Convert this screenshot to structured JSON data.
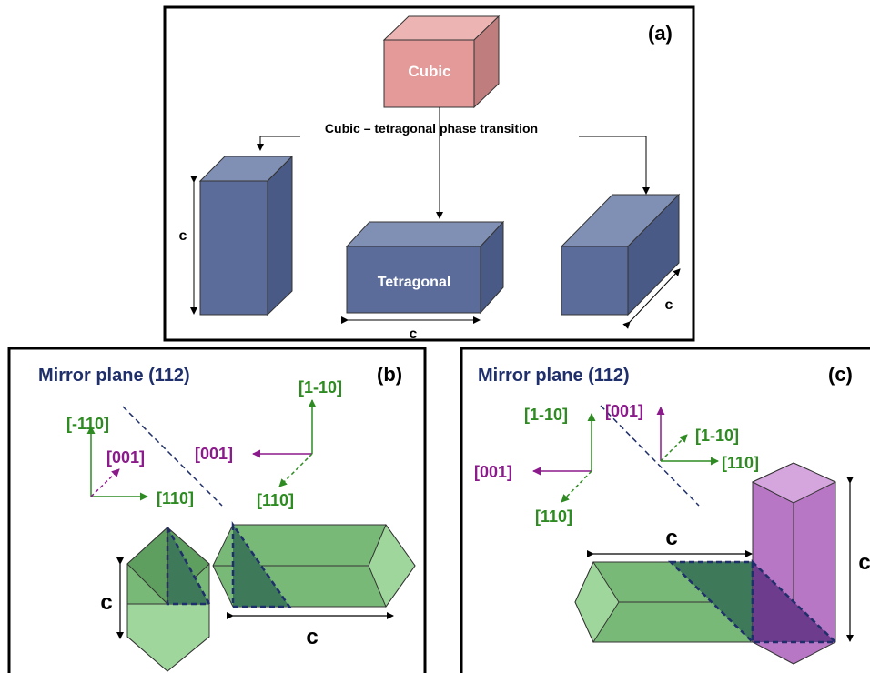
{
  "panel_a": {
    "label": "(a)",
    "cubic_label": "Cubic",
    "transition_label": "Cubic – tetragonal phase transition",
    "tetragonal_label": "Tetragonal",
    "c_left": "c",
    "c_middle": "c",
    "c_right": "c"
  },
  "panel_b": {
    "label": "(b)",
    "mirror_plane": "Mirror plane (112)",
    "axes_left": {
      "up": "[-110]",
      "diag": "[001]",
      "right": "[110]"
    },
    "axes_right": {
      "up": "[1-10]",
      "left": "[001]",
      "diag": "[110]"
    },
    "c_vertical": "c",
    "c_horizontal": "c"
  },
  "panel_c": {
    "label": "(c)",
    "mirror_plane": "Mirror plane (112)",
    "axes_left": {
      "up": "[1-10]",
      "left": "[001]",
      "diag": "[110]"
    },
    "axes_right": {
      "up": "[001]",
      "diag": "[1-10]",
      "right": "[110]"
    },
    "c_horizontal": "c",
    "c_vertical": "c"
  },
  "colors": {
    "cubic_front": "#E59A9A",
    "tetragonal_front": "#5B6C9A",
    "green_label": "#2E8B22",
    "purple_label": "#8B1A8B",
    "navy": "#1F2F6B"
  }
}
